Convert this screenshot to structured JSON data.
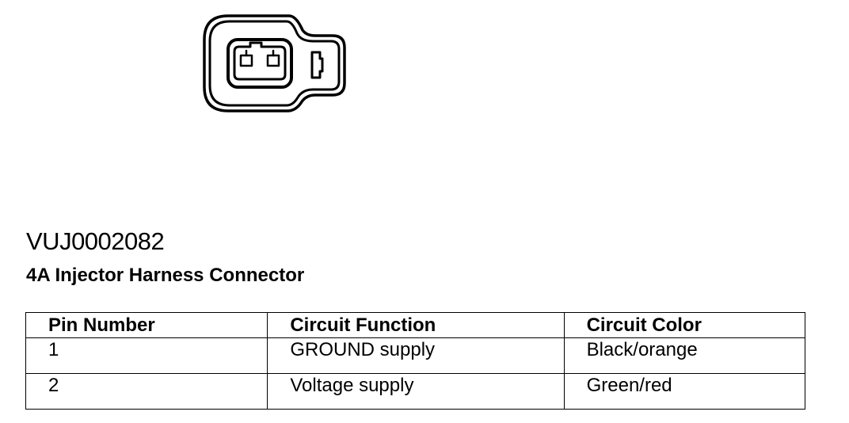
{
  "document": {
    "id": "VUJ0002082",
    "title": "4A Injector Harness Connector"
  },
  "connector": {
    "icon": "two-pin-connector-face-icon"
  },
  "pin_table": {
    "headers": {
      "pin": "Pin Number",
      "function": "Circuit Function",
      "color": "Circuit Color"
    },
    "rows": [
      {
        "pin": "1",
        "function": "GROUND supply",
        "color": "Black/orange"
      },
      {
        "pin": "2",
        "function": "Voltage supply",
        "color": "Green/red"
      }
    ]
  }
}
